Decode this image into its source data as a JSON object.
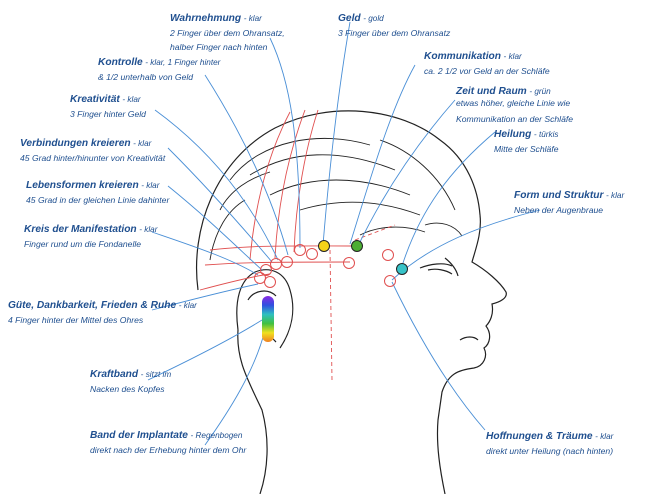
{
  "labels": {
    "wahrnehmung": {
      "title": "Wahrnehmung",
      "color": "klar",
      "desc": [
        "2 Finger über dem Ohransatz,",
        "halber Finger nach hinten"
      ]
    },
    "geld": {
      "title": "Geld",
      "color": "gold",
      "desc": [
        "3 Finger über dem Ohransatz"
      ]
    },
    "kontrolle": {
      "title": "Kontrolle",
      "color": "klar",
      "desc1_suffix": ", 1 Finger hinter",
      "desc": [
        "& 1/2 unterhalb von Geld"
      ]
    },
    "kommunikation": {
      "title": "Kommunikation",
      "color": "klar",
      "desc": [
        "ca. 2 1/2 vor Geld an der Schläfe"
      ]
    },
    "kreativitaet": {
      "title": "Kreativität",
      "color": "klar",
      "desc": [
        "3 Finger hinter Geld"
      ]
    },
    "zeit_und_raum": {
      "title": "Zeit und Raum",
      "color": "grün",
      "desc": [
        "etwas höher, gleiche Linie wie",
        "Kommunikation an der Schläfe"
      ]
    },
    "heilung": {
      "title": "Heilung",
      "color": "türkis",
      "desc": [
        "Mitte der Schläfe"
      ]
    },
    "verbindungen": {
      "title": "Verbindungen kreieren",
      "color": "klar",
      "desc": [
        "45 Grad hinter/hinunter von Kreativität"
      ]
    },
    "lebensformen": {
      "title": "Lebensformen kreieren",
      "color": "klar",
      "desc": [
        "45 Grad in der gleichen Linie dahinter"
      ]
    },
    "form_struktur": {
      "title": "Form und Struktur",
      "color": "klar",
      "desc": [
        "Neben der Augenbraue"
      ]
    },
    "manifestation": {
      "title": "Kreis der Manifestation",
      "color": "klar",
      "desc": [
        "Finger rund um die Fondanelle"
      ]
    },
    "guete": {
      "title": "Güte, Dankbarkeit, Frieden & Ruhe",
      "color": "klar",
      "desc": [
        "4 Finger hinter der Mittel des Ohres"
      ]
    },
    "kraftband": {
      "title": "Kraftband",
      "color": "sitzt im",
      "desc": [
        "Nacken des Kopfes"
      ]
    },
    "implantate": {
      "title": "Band der Implantate",
      "color": "Regenbogen",
      "desc": [
        "direkt nach der Erhebung hinter dem Ohr"
      ]
    },
    "hoffnungen": {
      "title": "Hoffnungen & Träume",
      "color": "klar",
      "desc": [
        "direkt unter Heilung (nach hinten)"
      ]
    }
  },
  "colors": {
    "text": "#1f4f8f",
    "leader": "#4a8fd6",
    "redline": "#e05050",
    "outline": "#222222",
    "gold": "#f5d21a",
    "green": "#4cae33",
    "turquoise": "#37c3c8"
  }
}
